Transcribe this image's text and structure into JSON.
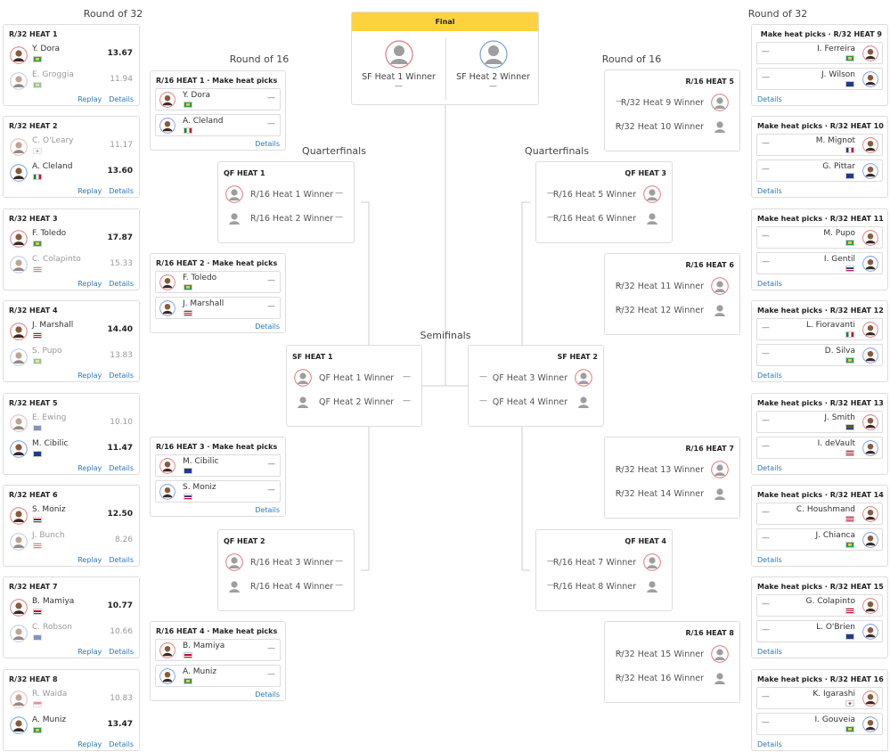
{
  "rounds": {
    "r32_left": "Round of 32",
    "r32_right": "Round of 32",
    "r16_left": "Round of 16",
    "r16_right": "Round of 16",
    "qf_left": "Quarterfinals",
    "qf_right": "Quarterfinals",
    "sf": "Semifinals"
  },
  "links": {
    "replay": "Replay",
    "details": "Details"
  },
  "final": {
    "title": "Final",
    "a": "SF Heat 1 Winner",
    "b": "SF Heat 2 Winner",
    "dash": "—"
  },
  "r32_left": [
    {
      "title": "R/32 HEAT 1",
      "r": [
        {
          "name": "Y. Dora",
          "score": "13.67",
          "win": true,
          "flag": "br"
        },
        {
          "name": "E. Groggia",
          "score": "11.94",
          "win": false,
          "flag": "br"
        }
      ]
    },
    {
      "title": "R/32 HEAT 2",
      "r": [
        {
          "name": "C. O'Leary",
          "score": "11.17",
          "win": false,
          "flag": "jp"
        },
        {
          "name": "A. Cleland",
          "score": "13.60",
          "win": true,
          "flag": "mx"
        }
      ]
    },
    {
      "title": "R/32 HEAT 3",
      "r": [
        {
          "name": "F. Toledo",
          "score": "17.87",
          "win": true,
          "flag": "br"
        },
        {
          "name": "C. Colapinto",
          "score": "15.33",
          "win": false,
          "flag": "us"
        }
      ]
    },
    {
      "title": "R/32 HEAT 4",
      "r": [
        {
          "name": "J. Marshall",
          "score": "14.40",
          "win": true,
          "flag": "us"
        },
        {
          "name": "S. Pupo",
          "score": "13.83",
          "win": false,
          "flag": "br"
        }
      ]
    },
    {
      "title": "R/32 HEAT 5",
      "r": [
        {
          "name": "E. Ewing",
          "score": "10.10",
          "win": false,
          "flag": "au"
        },
        {
          "name": "M. Cibilic",
          "score": "11.47",
          "win": true,
          "flag": "au"
        }
      ]
    },
    {
      "title": "R/32 HEAT 6",
      "r": [
        {
          "name": "S. Moniz",
          "score": "12.50",
          "win": true,
          "flag": "hi"
        },
        {
          "name": "J. Bunch",
          "score": "8.26",
          "win": false,
          "flag": "us"
        }
      ]
    },
    {
      "title": "R/32 HEAT 7",
      "r": [
        {
          "name": "B. Mamiya",
          "score": "10.77",
          "win": true,
          "flag": "hi"
        },
        {
          "name": "C. Robson",
          "score": "10.66",
          "win": false,
          "flag": "au"
        }
      ]
    },
    {
      "title": "R/32 HEAT 8",
      "r": [
        {
          "name": "R. Waida",
          "score": "10.83",
          "win": false,
          "flag": "id"
        },
        {
          "name": "A. Muniz",
          "score": "13.47",
          "win": true,
          "flag": "br"
        }
      ]
    }
  ],
  "r32_right": [
    {
      "title": "Make heat picks · R/32 HEAT 9",
      "r": [
        {
          "name": "I. Ferreira",
          "flag": "br"
        },
        {
          "name": "J. Wilson",
          "flag": "au"
        }
      ]
    },
    {
      "title": "Make heat picks · R/32 HEAT 10",
      "r": [
        {
          "name": "M. Mignot",
          "flag": "fr"
        },
        {
          "name": "G. Pittar",
          "flag": "au"
        }
      ]
    },
    {
      "title": "Make heat picks · R/32 HEAT 11",
      "r": [
        {
          "name": "M. Pupo",
          "flag": "br"
        },
        {
          "name": "I. Gentil",
          "flag": "hi"
        }
      ]
    },
    {
      "title": "Make heat picks · R/32 HEAT 12",
      "r": [
        {
          "name": "L. Fioravanti",
          "flag": "it"
        },
        {
          "name": "D. Silva",
          "flag": "br"
        }
      ]
    },
    {
      "title": "Make heat picks · R/32 HEAT 13",
      "r": [
        {
          "name": "J. Smith",
          "flag": "za"
        },
        {
          "name": "I. deVault",
          "flag": "us"
        }
      ]
    },
    {
      "title": "Make heat picks · R/32 HEAT 14",
      "r": [
        {
          "name": "C. Houshmand",
          "flag": "us"
        },
        {
          "name": "J. Chianca",
          "flag": "br"
        }
      ]
    },
    {
      "title": "Make heat picks · R/32 HEAT 15",
      "r": [
        {
          "name": "G. Colapinto",
          "flag": "us"
        },
        {
          "name": "L. O'Brien",
          "flag": "au"
        }
      ]
    },
    {
      "title": "Make heat picks · R/32 HEAT 16",
      "r": [
        {
          "name": "K. Igarashi",
          "flag": "jp"
        },
        {
          "name": "I. Gouveia",
          "flag": "br"
        }
      ]
    }
  ],
  "r16_left": [
    {
      "title": "R/16 HEAT 1 · Make heat picks",
      "r": [
        {
          "name": "Y. Dora",
          "flag": "br"
        },
        {
          "name": "A. Cleland",
          "flag": "mx"
        }
      ]
    },
    {
      "title": "R/16 HEAT 2 · Make heat picks",
      "r": [
        {
          "name": "F. Toledo",
          "flag": "br"
        },
        {
          "name": "J. Marshall",
          "flag": "us"
        }
      ]
    },
    {
      "title": "R/16 HEAT 3 · Make heat picks",
      "r": [
        {
          "name": "M. Cibilic",
          "flag": "au"
        },
        {
          "name": "S. Moniz",
          "flag": "hi"
        }
      ]
    },
    {
      "title": "R/16 HEAT 4 · Make heat picks",
      "r": [
        {
          "name": "B. Mamiya",
          "flag": "hi"
        },
        {
          "name": "A. Muniz",
          "flag": "br"
        }
      ]
    }
  ],
  "r16_right": [
    {
      "title": "R/16 HEAT 5",
      "r": [
        "R/32 Heat 9 Winner",
        "R/32 Heat 10 Winner"
      ]
    },
    {
      "title": "R/16 HEAT 6",
      "r": [
        "R/32 Heat 11 Winner",
        "R/32 Heat 12 Winner"
      ]
    },
    {
      "title": "R/16 HEAT 7",
      "r": [
        "R/32 Heat 13 Winner",
        "R/32 Heat 14 Winner"
      ]
    },
    {
      "title": "R/16 HEAT 8",
      "r": [
        "R/32 Heat 15 Winner",
        "R/32 Heat 16 Winner"
      ]
    }
  ],
  "qf_left": [
    {
      "title": "QF HEAT 1",
      "r": [
        "R/16 Heat 1 Winner",
        "R/16 Heat 2 Winner"
      ]
    },
    {
      "title": "QF HEAT 2",
      "r": [
        "R/16 Heat 3 Winner",
        "R/16 Heat 4 Winner"
      ]
    }
  ],
  "qf_right": [
    {
      "title": "QF HEAT 3",
      "r": [
        "R/16 Heat 5 Winner",
        "R/16 Heat 6 Winner"
      ]
    },
    {
      "title": "QF HEAT 4",
      "r": [
        "R/16 Heat 7 Winner",
        "R/16 Heat 8 Winner"
      ]
    }
  ],
  "sf": [
    {
      "title": "SF HEAT 1",
      "r": [
        "QF Heat 1 Winner",
        "QF Heat 2 Winner"
      ]
    },
    {
      "title": "SF HEAT 2",
      "r": [
        "QF Heat 3 Winner",
        "QF Heat 4 Winner"
      ]
    }
  ],
  "dash": "—",
  "colors": {
    "link": "#2a7ab8",
    "final": "#fcd33e",
    "ring_red": "#e07a7a",
    "ring_blue": "#7a9ee0"
  }
}
